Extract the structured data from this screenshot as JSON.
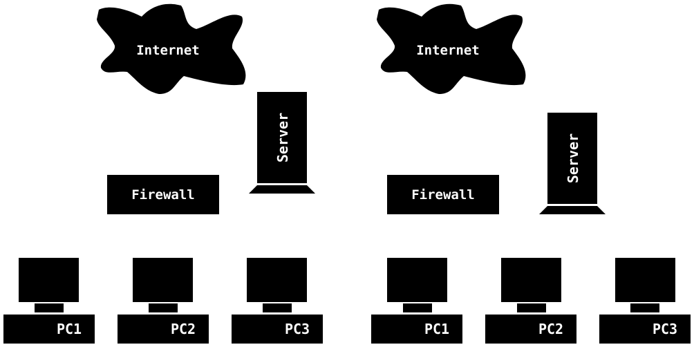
{
  "colors": {
    "foreground": "#000000",
    "background": "#ffffff",
    "text": "#ffffff"
  },
  "panels": [
    {
      "internet_label": "Internet",
      "firewall_label": "Firewall",
      "server_label": "Server",
      "pcs": [
        {
          "label": "PC1"
        },
        {
          "label": "PC2"
        },
        {
          "label": "PC3"
        }
      ]
    },
    {
      "internet_label": "Internet",
      "firewall_label": "Firewall",
      "server_label": "Server",
      "pcs": [
        {
          "label": "PC1"
        },
        {
          "label": "PC2"
        },
        {
          "label": "PC3"
        }
      ]
    }
  ]
}
